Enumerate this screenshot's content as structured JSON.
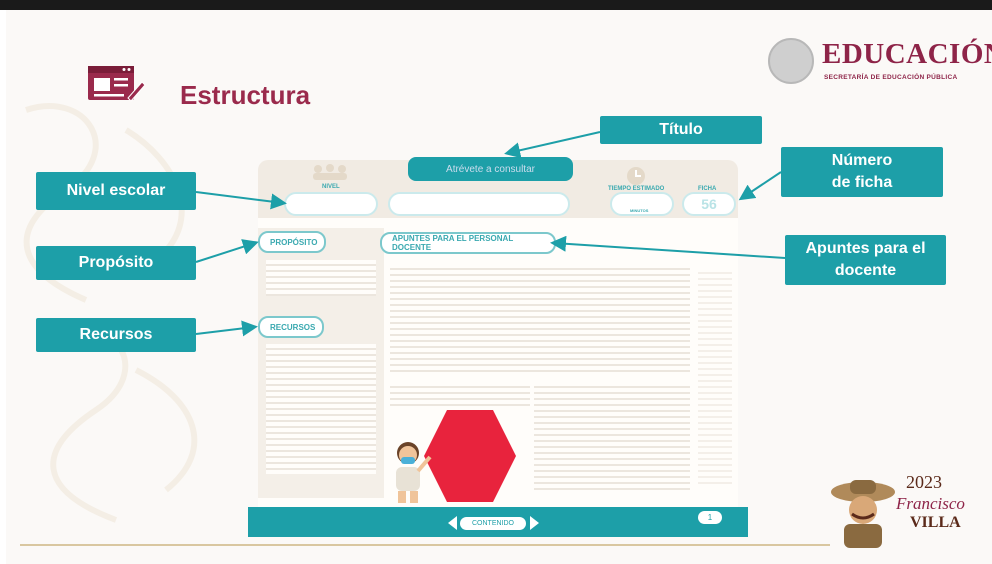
{
  "slide": {
    "title": "Estructura"
  },
  "logo": {
    "word": "EDUCACIÓN",
    "subtitle": "SECRETARÍA DE EDUCACIÓN PÚBLICA"
  },
  "callouts": {
    "titulo": "Título",
    "nivel": "Nivel escolar",
    "numero_line1": "Número",
    "numero_line2": "de ficha",
    "proposito": "Propósito",
    "apuntes_line1": "Apuntes para el",
    "apuntes_line2": "docente",
    "recursos": "Recursos"
  },
  "mockup": {
    "tab_title": "Atrévete a consultar",
    "nivel_label": "NIVEL",
    "tiempo_label": "TIEMPO ESTIMADO",
    "minutos_label": "MINUTOS",
    "ficha_label": "FICHA",
    "ficha_number": "56",
    "proposito_label": "PROPÓSITO",
    "recursos_label": "RECURSOS",
    "apuntes_label": "APUNTES PARA EL PERSONAL DOCENTE",
    "contenido_label": "CONTENIDO",
    "page_number": "1"
  },
  "villa": {
    "year": "2023",
    "name": "Francisco",
    "surname": "VILLA"
  },
  "colors": {
    "accent": "#1d9fa8",
    "brand": "#9a2a4c",
    "hexagon": "#e8233d"
  }
}
